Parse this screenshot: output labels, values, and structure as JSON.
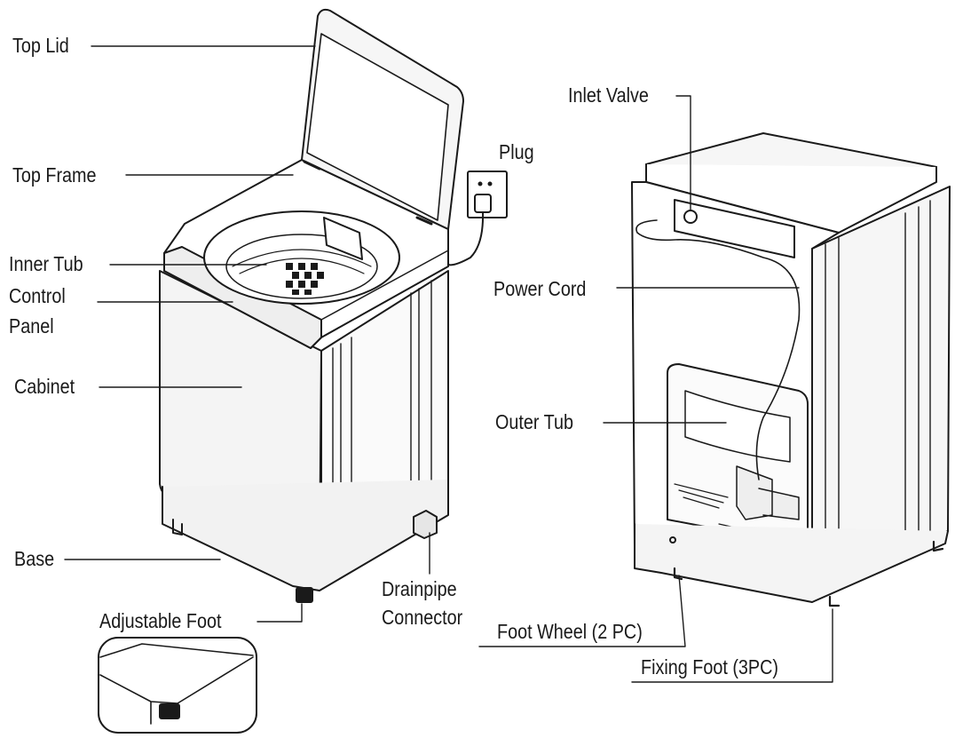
{
  "colors": {
    "ink": "#1a1a1a",
    "background": "#ffffff"
  },
  "labels": {
    "top_lid": "Top Lid",
    "top_frame": "Top Frame",
    "inner_tub": "Inner Tub",
    "control_panel_line1": "Control",
    "control_panel_line2": "Panel",
    "cabinet": "Cabinet",
    "base": "Base",
    "adjustable_foot": "Adjustable Foot",
    "plug": "Plug",
    "drainpipe_line1": "Drainpipe",
    "drainpipe_line2": "Connector",
    "inlet_valve": "Inlet Valve",
    "power_cord": "Power Cord",
    "outer_tub": "Outer Tub",
    "foot_wheel": "Foot Wheel (2 PC)",
    "fixing_foot": "Fixing Foot (3PC)"
  }
}
